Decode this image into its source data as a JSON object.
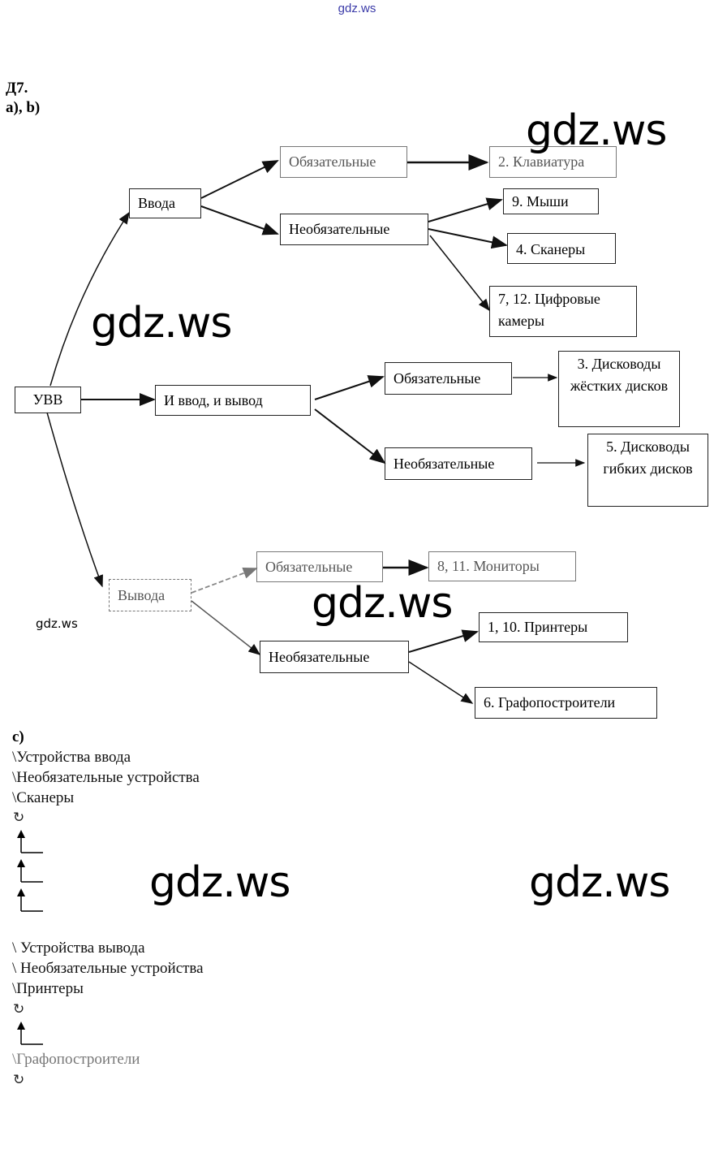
{
  "top_watermark": "gdz.ws",
  "task": {
    "title": "Д7.",
    "part_ab": "а), b)",
    "part_c": "с)"
  },
  "diagram": {
    "root": "УВВ",
    "branches": {
      "input": {
        "label": "Ввода",
        "mandatory": {
          "label": "Обязательные",
          "items": [
            "2. Клавиатура"
          ]
        },
        "optional": {
          "label": "Необязательные",
          "items": [
            "9. Мыши",
            "4. Сканеры",
            "7, 12. Цифровые камеры"
          ]
        }
      },
      "io": {
        "label": "И ввод, и вывод",
        "mandatory": {
          "label": "Обязательные",
          "items": [
            "3. Дисководы жёстких дисков"
          ]
        },
        "optional": {
          "label": "Необязательные",
          "items": [
            "5. Дисководы гибких дисков"
          ]
        }
      },
      "output": {
        "label": "Вывода",
        "mandatory": {
          "label": "Обязательные",
          "items": [
            "8, 11. Мониторы"
          ]
        },
        "optional": {
          "label": "Необязательные",
          "items": [
            "1, 10. Принтеры",
            "6. Графопостроители"
          ]
        }
      }
    }
  },
  "paths": {
    "input_path": [
      "\\Устройства ввода",
      "\\Необязательные устройства",
      "\\Сканеры"
    ],
    "output_path": [
      "\\ Устройства вывода",
      "\\ Необязательные устройства",
      "\\Принтеры"
    ],
    "output_path_last": "\\Графопостроители",
    "refresh_icon": "↻"
  },
  "watermarks": {
    "big": "gdz.ws",
    "small": "gdz.ws"
  }
}
